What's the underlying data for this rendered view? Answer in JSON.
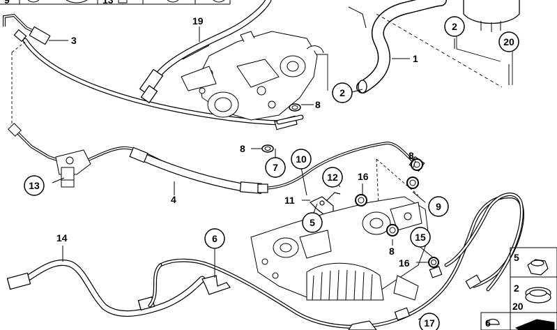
{
  "callouts": {
    "c1": "1",
    "c2a": "2",
    "c2b": "2",
    "c2c": "2",
    "c3": "3",
    "c4": "4",
    "c5a": "5",
    "c5b": "5",
    "c6a": "6",
    "c6b": "6",
    "c7": "7",
    "c8a": "8",
    "c8b": "8",
    "c8c": "8",
    "c8d": "8",
    "c9a": "9",
    "c9b": "9",
    "c10": "10",
    "c11": "11",
    "c12": "12",
    "c13a": "13",
    "c13b": "13",
    "c14": "14",
    "c15": "15",
    "c16a": "16",
    "c16b": "16",
    "c17": "17",
    "c19": "19",
    "c20a": "20",
    "c20b": "20"
  },
  "colors": {
    "line": "#000000",
    "background": "#ffffff",
    "part_fill": "#ffffff",
    "shade": "#d8d8d8"
  }
}
